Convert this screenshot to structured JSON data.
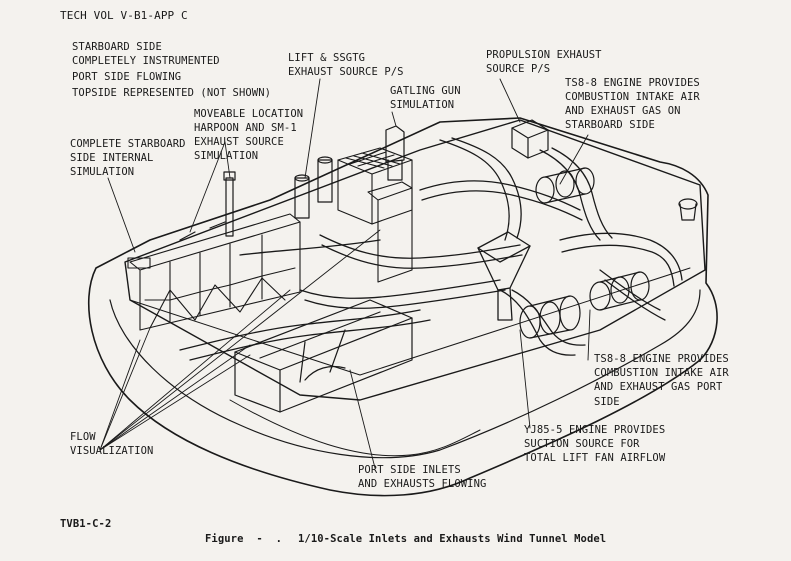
{
  "header": {
    "doc_ref": "TECH VOL V-B1-APP C"
  },
  "footer": {
    "sheet_id": "TVB1-C-2",
    "figure_prefix": "Figure  -  .",
    "figure_caption": "1/10-Scale Inlets and Exhausts Wind Tunnel Model"
  },
  "notes": {
    "lines": [
      "STARBOARD SIDE",
      "COMPLETELY INSTRUMENTED",
      "PORT SIDE FLOWING",
      "TOPSIDE REPRESENTED (NOT SHOWN)"
    ]
  },
  "callouts": {
    "starboard_internal": [
      "COMPLETE STARBOARD",
      "SIDE INTERNAL",
      "SIMULATION"
    ],
    "harpoon": [
      "MOVEABLE LOCATION",
      "HARPOON AND SM-1",
      "EXHAUST SOURCE",
      "SIMULATION"
    ],
    "lift_ssgtg": [
      "LIFT & SSGTG",
      "EXHAUST SOURCE P/S"
    ],
    "gatling": [
      "GATLING GUN",
      "SIMULATION"
    ],
    "propulsion": [
      "PROPULSION EXHAUST",
      "SOURCE P/S"
    ],
    "ts8_starboard": [
      "TS8-8 ENGINE PROVIDES",
      "COMBUSTION INTAKE AIR",
      "AND EXHAUST GAS ON",
      "STARBOARD SIDE"
    ],
    "ts8_port": [
      "TS8-8 ENGINE PROVIDES",
      "COMBUSTION INTAKE AIR",
      "AND EXHAUST GAS PORT",
      "SIDE"
    ],
    "yj85": [
      "YJ85-5 ENGINE PROVIDES",
      "SUCTION SOURCE FOR",
      "TOTAL LIFT FAN AIRFLOW"
    ],
    "port_inlets": [
      "PORT SIDE INLETS",
      "AND EXHAUSTS FLOWING"
    ],
    "flow_vis": [
      "FLOW",
      "VISUALIZATION"
    ]
  }
}
